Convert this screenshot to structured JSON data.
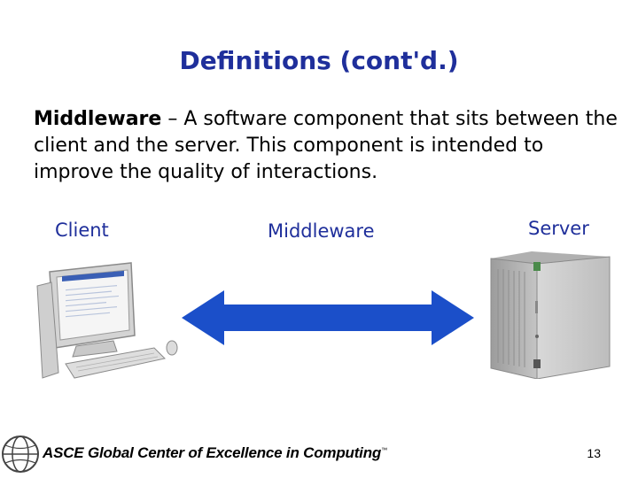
{
  "slide": {
    "title": "Definitions (cont'd.)",
    "body": {
      "term": "Middleware",
      "definition": " – A software component that sits between the client and the server. This component is intended to improve the quality of interactions."
    },
    "diagram": {
      "client_label": "Client",
      "middleware_label": "Middleware",
      "server_label": "Server",
      "arrow_color": "#1b4fc9",
      "computer_icon": "desktop-computer-icon",
      "server_icon": "tower-server-icon",
      "arrow_icon": "double-headed-arrow-icon"
    },
    "footer": {
      "organization": "ASCE Global Center of Excellence in Computing",
      "trademark": "™",
      "logo_icon": "globe-logo-icon",
      "page_number": "13"
    },
    "colors": {
      "title": "#1f2f9b",
      "labels": "#1f2f9b"
    }
  }
}
